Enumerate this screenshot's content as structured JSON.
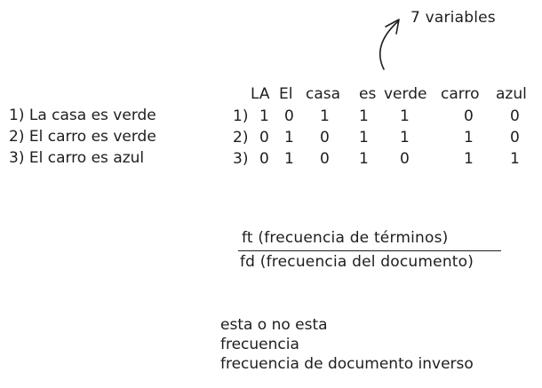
{
  "annotation": {
    "label": "7 variables"
  },
  "sentences": [
    "1) La casa es verde",
    "2) El carro es verde",
    "3) El carro es azul"
  ],
  "matrix": {
    "headers": [
      "LA",
      "El",
      "casa",
      "es",
      "verde",
      "carro",
      "azul"
    ],
    "rows": [
      {
        "label": "1)",
        "values": [
          "1",
          "0",
          "1",
          "1",
          "1",
          "0",
          "0"
        ]
      },
      {
        "label": "2)",
        "values": [
          "0",
          "1",
          "0",
          "1",
          "1",
          "1",
          "0"
        ]
      },
      {
        "label": "3)",
        "values": [
          "0",
          "1",
          "0",
          "1",
          "0",
          "1",
          "1"
        ]
      }
    ]
  },
  "fraction": {
    "numerator": "ft (frecuencia de términos)",
    "denominator": "fd (frecuencia del documento)"
  },
  "notes": [
    "esta o no esta",
    "frecuencia",
    "frecuencia de documento inverso"
  ]
}
